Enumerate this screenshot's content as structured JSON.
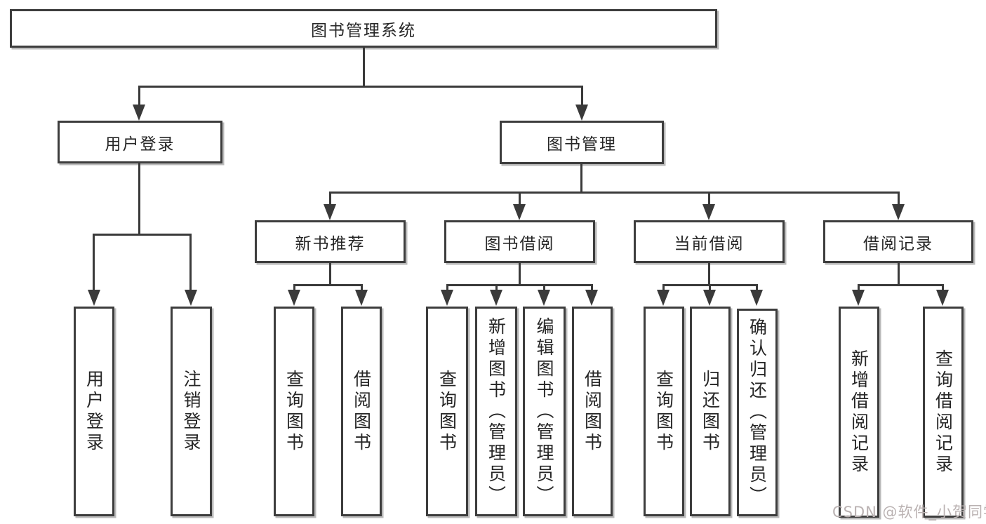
{
  "diagram": {
    "root": {
      "label": "图书管理系统"
    },
    "level2": {
      "user_login": "用户登录",
      "book_mgmt": "图书管理"
    },
    "level3": {
      "new_books": "新书推荐",
      "borrowing": "图书借阅",
      "current": "当前借阅",
      "records": "借阅记录"
    },
    "leaves": {
      "user_login": "用户登录",
      "logout": "注销登录",
      "nb_query": "查询图书",
      "nb_borrow": "借阅图书",
      "bw_query": "查询图书",
      "bw_add": "新增图书（管理员）",
      "bw_edit": "编辑图书（管理员）",
      "bw_borrow": "借阅图书",
      "cur_query": "查询图书",
      "cur_return": "归还图书",
      "cur_confirm": "确认归还（管理员）",
      "rec_add": "新增借阅记录",
      "rec_query": "查询借阅记录"
    },
    "watermark": "CSDN @软件_小贺同学",
    "colors": {
      "line": "#3a3a3a",
      "border": "#3d3d3d",
      "text": "#262626",
      "watermark": "#bab2b2"
    }
  }
}
